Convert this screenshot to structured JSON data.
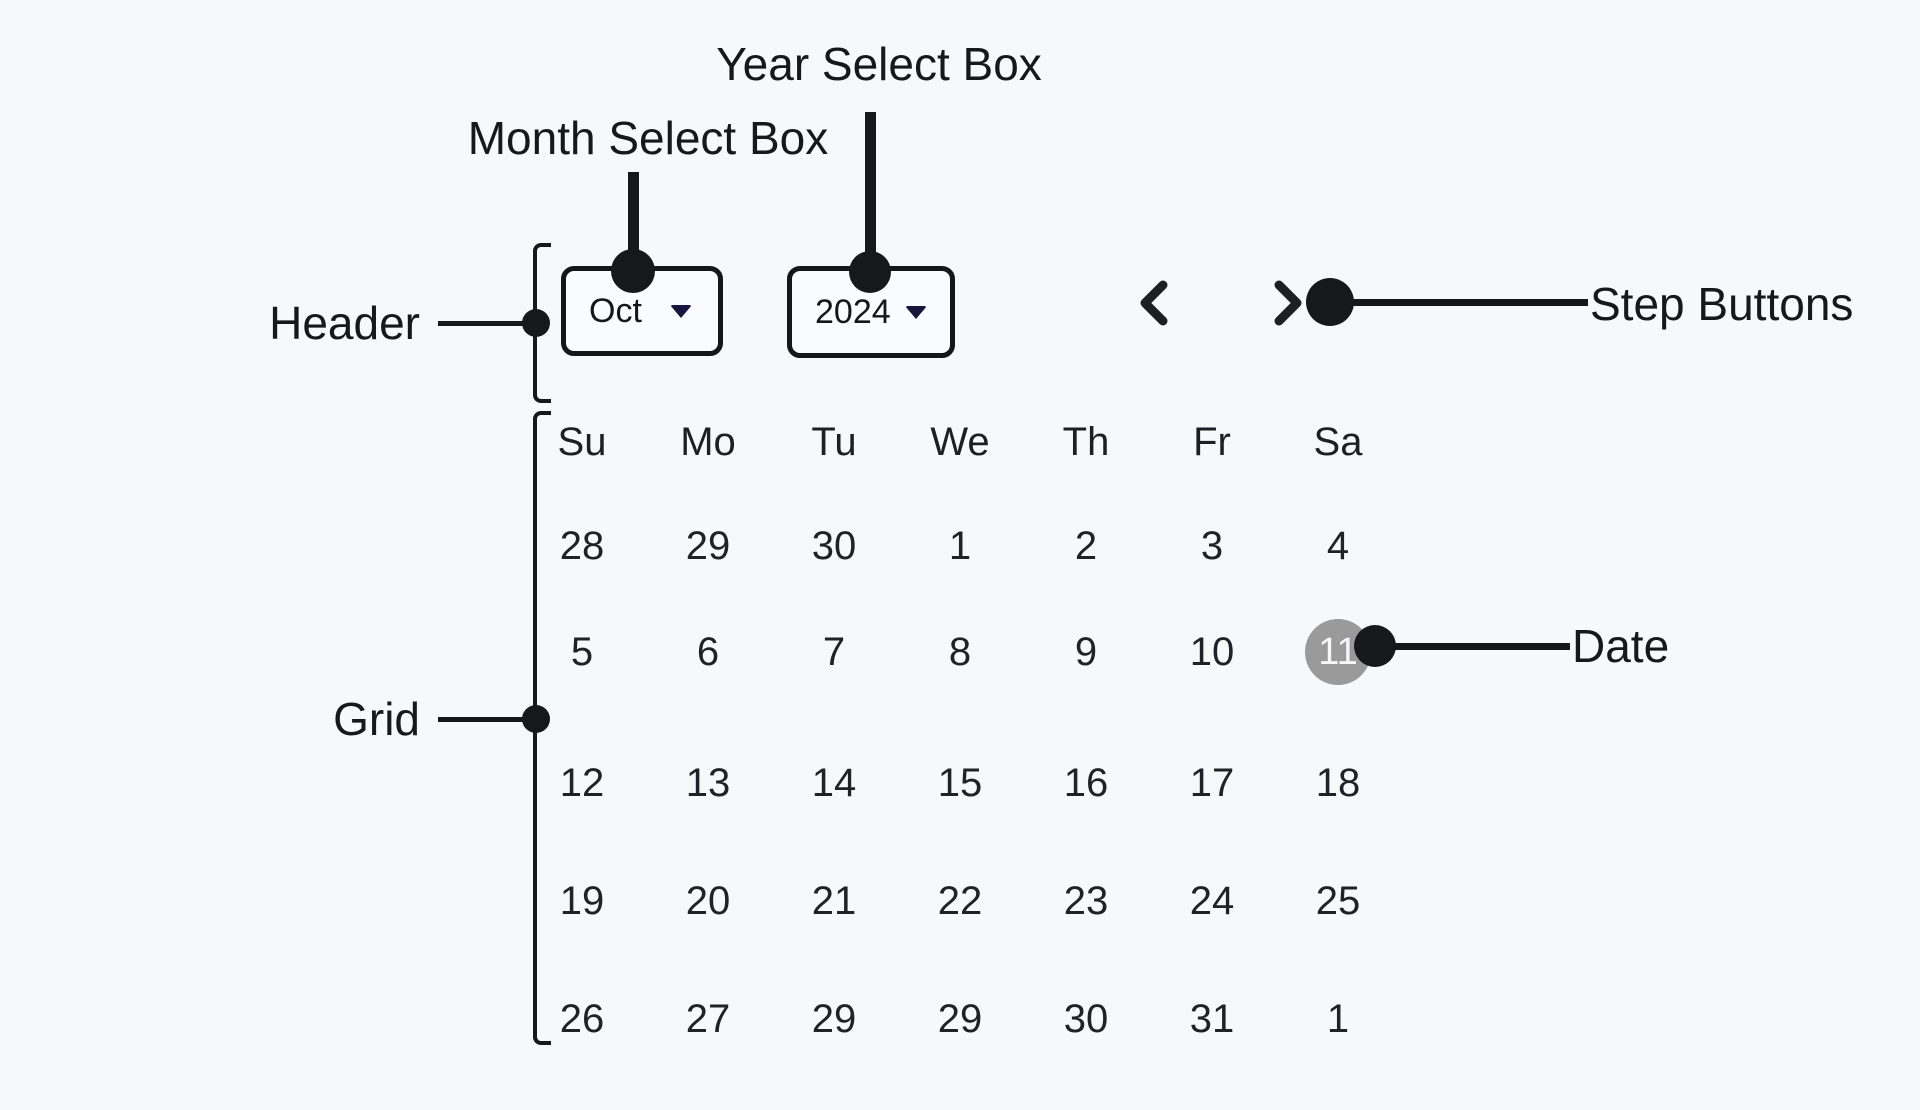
{
  "annotations": {
    "year_select_box": {
      "label": "Year Select Box"
    },
    "month_select_box": {
      "label": "Month Select Box"
    },
    "header": {
      "label": "Header"
    },
    "step_buttons": {
      "label": "Step Buttons"
    },
    "grid": {
      "label": "Grid"
    },
    "date": {
      "label": "Date"
    }
  },
  "datepicker": {
    "header": {
      "month_select": {
        "value": "Oct",
        "icon": "triangle-down-icon"
      },
      "year_select": {
        "value": "2024",
        "icon": "triangle-down-icon"
      },
      "prev_button": {
        "icon": "chevron-left-icon"
      },
      "next_button": {
        "icon": "chevron-right-icon"
      }
    },
    "grid": {
      "weekdays": [
        "Su",
        "Mo",
        "Tu",
        "We",
        "Th",
        "Fr",
        "Sa"
      ],
      "weeks": [
        [
          "28",
          "29",
          "30",
          "1",
          "2",
          "3",
          "4"
        ],
        [
          "5",
          "6",
          "7",
          "8",
          "9",
          "10",
          "11"
        ],
        [
          "12",
          "13",
          "14",
          "15",
          "16",
          "17",
          "18"
        ],
        [
          "19",
          "20",
          "21",
          "22",
          "23",
          "24",
          "25"
        ],
        [
          "26",
          "27",
          "29",
          "29",
          "30",
          "31",
          "1"
        ]
      ],
      "selected_date": {
        "value": "11",
        "week_index": 1,
        "day_index": 6
      }
    }
  },
  "colors": {
    "ink": "#17181c",
    "text": "#202227",
    "page_bg": "#f7f8fa",
    "select_bg": "#fafbfe",
    "arrow": "#16163e",
    "selected_bg": "#9a9a9a",
    "selected_text": "#f7f7f7"
  }
}
